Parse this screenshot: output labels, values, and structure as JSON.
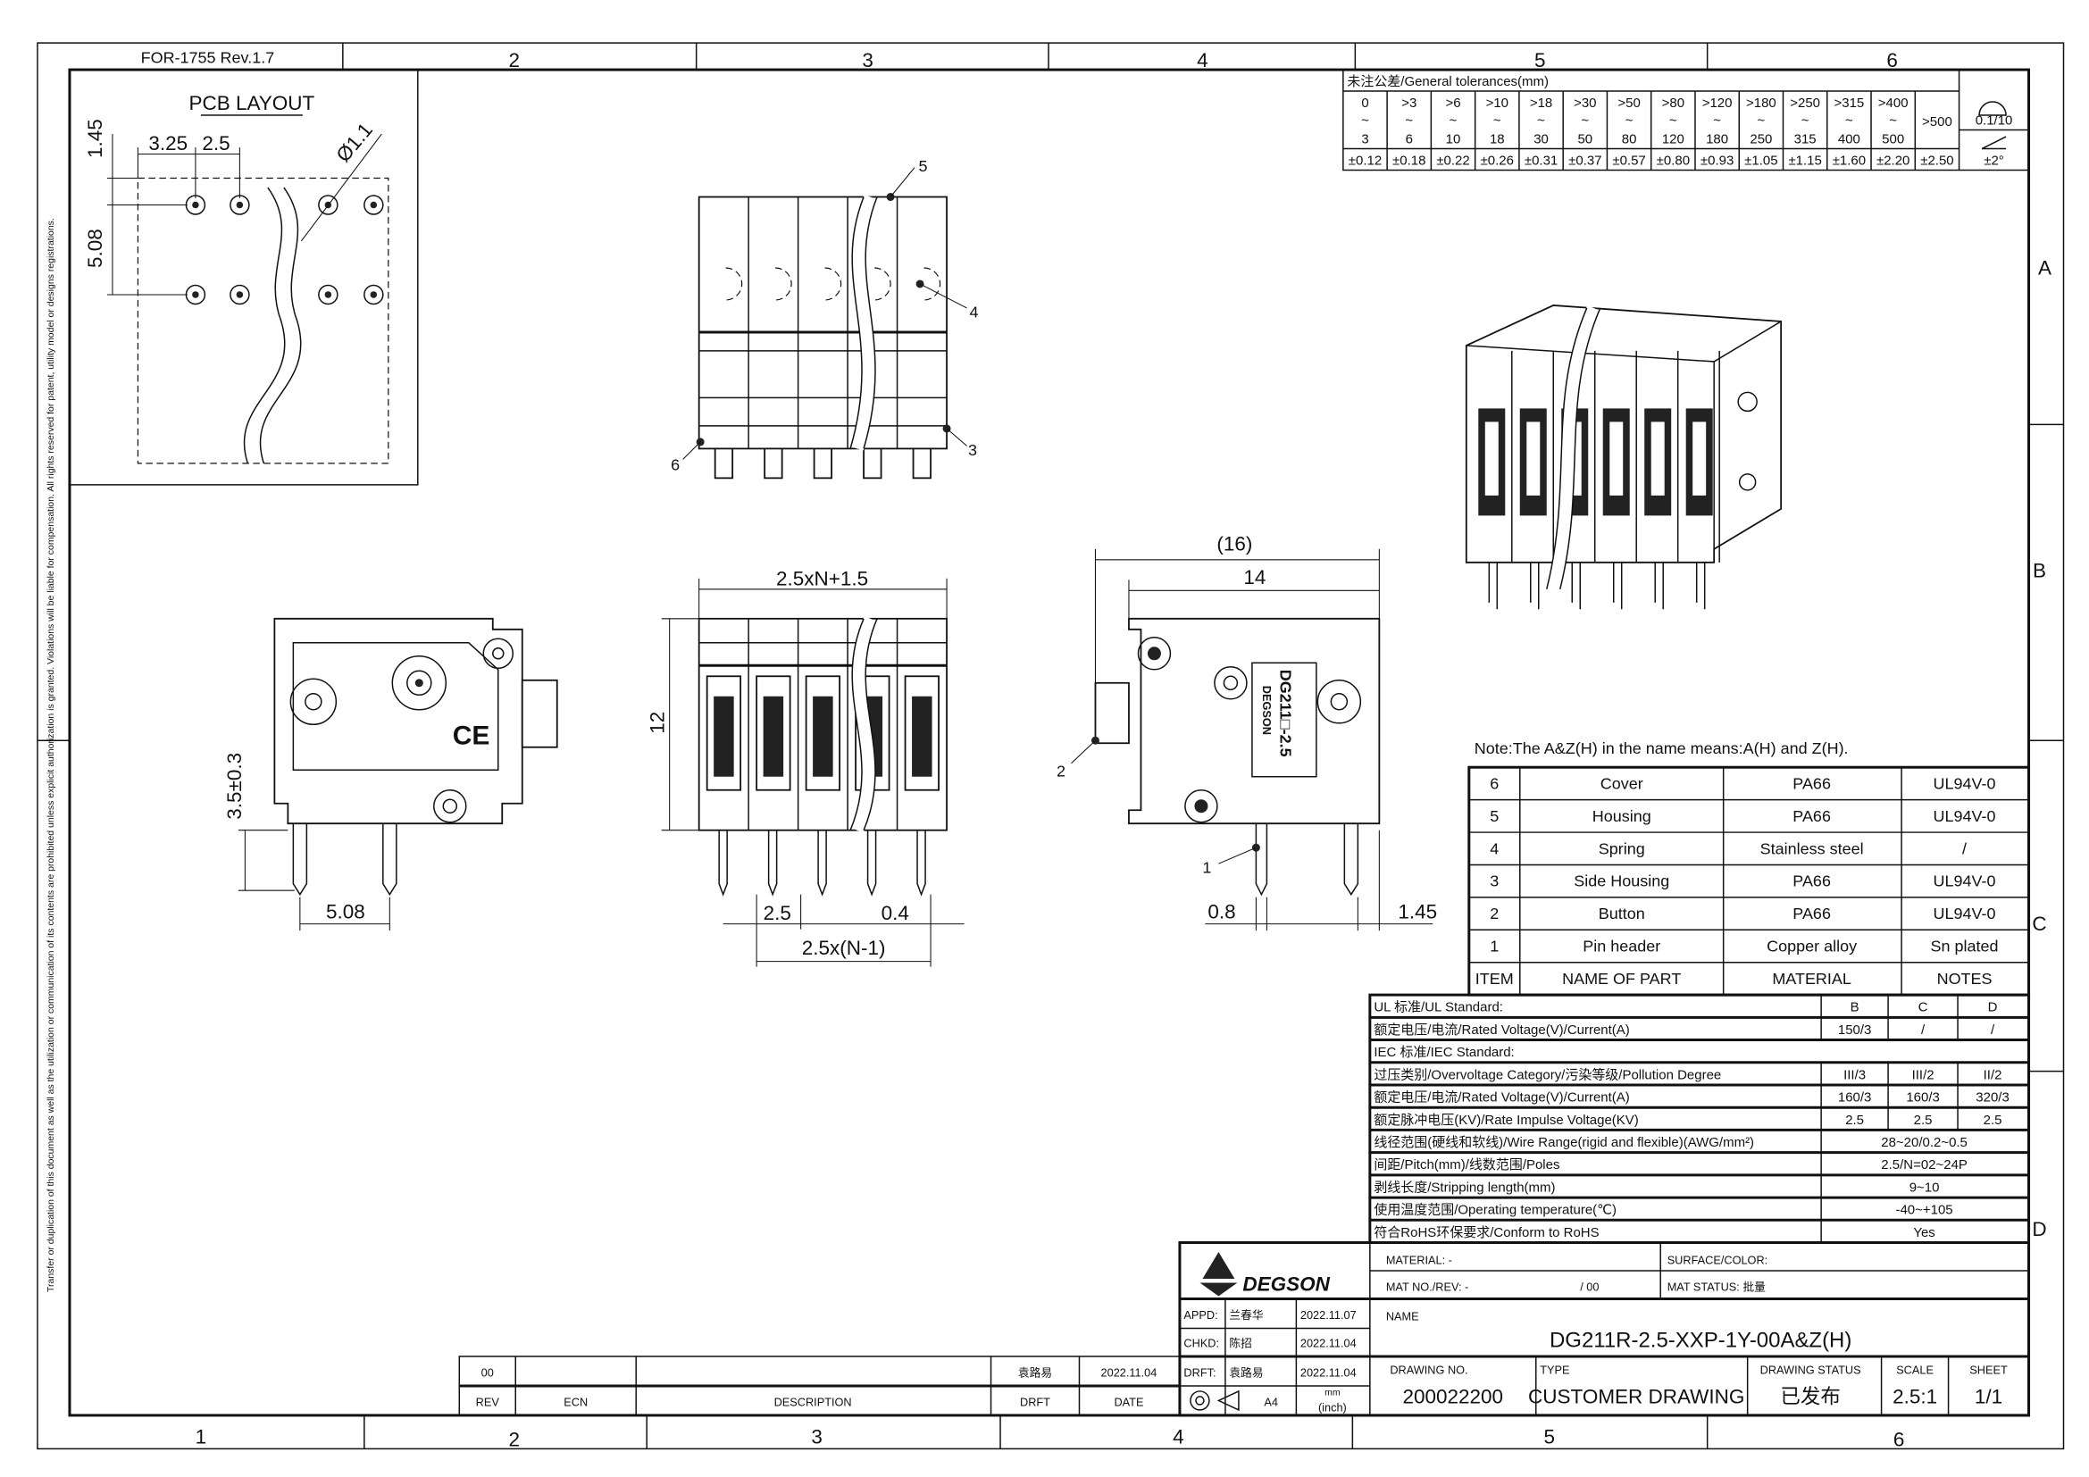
{
  "frame": {
    "form_no": "FOR-1755 Rev.1.7",
    "top_zones": [
      "2",
      "3",
      "4",
      "5",
      "6"
    ],
    "bottom_zones": [
      "1",
      "2",
      "3",
      "4",
      "5",
      "6"
    ],
    "side_zones": [
      "A",
      "B",
      "C",
      "D"
    ],
    "legal_notice": "Transfer or duplication of this document as well as the utilization or communication of its contents are prohibited unless explicit authorization is granted. Violations will be liable for compensation. All rights reserved for patent, utility model or designs registrations."
  },
  "tolerances": {
    "title": "未注公差/General tolerances(mm)",
    "ranges": [
      {
        "from": "0",
        "to": "3",
        "tol": "±0.12"
      },
      {
        "from": ">3",
        "to": "6",
        "tol": "±0.18"
      },
      {
        "from": ">6",
        "to": "10",
        "tol": "±0.22"
      },
      {
        "from": ">10",
        "to": "18",
        "tol": "±0.26"
      },
      {
        "from": ">18",
        "to": "30",
        "tol": "±0.31"
      },
      {
        "from": ">30",
        "to": "50",
        "tol": "±0.37"
      },
      {
        "from": ">50",
        "to": "80",
        "tol": "±0.57"
      },
      {
        "from": ">80",
        "to": "120",
        "tol": "±0.80"
      },
      {
        "from": ">120",
        "to": "180",
        "tol": "±0.93"
      },
      {
        "from": ">180",
        "to": "250",
        "tol": "±1.05"
      },
      {
        "from": ">250",
        "to": "315",
        "tol": "±1.15"
      },
      {
        "from": ">315",
        "to": "400",
        "tol": "±1.60"
      },
      {
        "from": ">400",
        "to": "500",
        "tol": "±2.20"
      }
    ],
    "over_500": ">500",
    "over_500_tol": "±2.50",
    "flatness": "0.1/10",
    "angle": "±2°",
    "tilde": "~"
  },
  "pcb_layout": {
    "title": "PCB LAYOUT",
    "dims": {
      "pitch_first": "3.25",
      "pitch": "2.5",
      "offset": "1.45",
      "row_spacing": "5.08",
      "hole": "Ø1.1"
    }
  },
  "views": {
    "top_callouts": [
      "5",
      "4",
      "3",
      "6"
    ],
    "front": {
      "width": "2.5xN+1.5",
      "height": "12",
      "pitch": "2.5",
      "pin": "0.4",
      "span": "2.5x(N-1)"
    },
    "left": {
      "height": "3.5±0.3",
      "pitch": "5.08"
    },
    "right": {
      "overall": "(16)",
      "body": "14",
      "pin": "0.8",
      "offset": "1.45",
      "callouts": [
        "1",
        "2"
      ],
      "marking": "DG211□-2.5",
      "brand": "DEGSON"
    }
  },
  "note": "Note:The A&Z(H) in the name means:A(H) and Z(H).",
  "parts": {
    "headers": [
      "ITEM",
      "NAME OF PART",
      "MATERIAL",
      "NOTES"
    ],
    "rows": [
      [
        "6",
        "Cover",
        "PA66",
        "UL94V-0"
      ],
      [
        "5",
        "Housing",
        "PA66",
        "UL94V-0"
      ],
      [
        "4",
        "Spring",
        "Stainless steel",
        "/"
      ],
      [
        "3",
        "Side Housing",
        "PA66",
        "UL94V-0"
      ],
      [
        "2",
        "Button",
        "PA66",
        "UL94V-0"
      ],
      [
        "1",
        "Pin header",
        "Copper alloy",
        "Sn plated"
      ]
    ]
  },
  "specs": {
    "rows": [
      {
        "label": "UL 标准/UL Standard:",
        "b": "B",
        "c": "C",
        "d": "D"
      },
      {
        "label": "额定电压/电流/Rated Voltage(V)/Current(A)",
        "b": "150/3",
        "c": "/",
        "d": "/"
      },
      {
        "label": "IEC 标准/IEC Standard:"
      },
      {
        "label": "过压类别/Overvoltage Category/污染等级/Pollution Degree",
        "b": "III/3",
        "c": "III/2",
        "d": "II/2"
      },
      {
        "label": "额定电压/电流/Rated Voltage(V)/Current(A)",
        "b": "160/3",
        "c": "160/3",
        "d": "320/3"
      },
      {
        "label": "额定脉冲电压(KV)/Rate Impulse Voltage(KV)",
        "b": "2.5",
        "c": "2.5",
        "d": "2.5"
      },
      {
        "label": "线径范围(硬线和软线)/Wire Range(rigid and flexible)(AWG/mm²)",
        "all": "28~20/0.2~0.5"
      },
      {
        "label": "间距/Pitch(mm)/线数范围/Poles",
        "all": "2.5/N=02~24P"
      },
      {
        "label": "剥线长度/Stripping length(mm)",
        "all": "9~10"
      },
      {
        "label": "使用温度范围/Operating temperature(℃)",
        "all": "-40~+105"
      },
      {
        "label": "符合RoHS环保要求/Conform to RoHS",
        "all": "Yes"
      }
    ]
  },
  "title_block": {
    "logo": "DEGSON",
    "material": "MATERIAL: -",
    "surface": "SURFACE/COLOR:",
    "mat_no": "MAT NO./REV:  -",
    "mat_rev": "/ 00",
    "mat_status": "MAT STATUS:  批量",
    "appd_label": "APPD:",
    "appd_name": "兰春华",
    "appd_date": "2022.11.07",
    "chkd_label": "CHKD:",
    "chkd_name": "陈招",
    "chkd_date": "2022.11.04",
    "drft_label": "DRFT:",
    "drft_name": "袁路易",
    "drft_date": "2022.11.04",
    "name_label": "NAME",
    "name": "DG211R-2.5-XXP-1Y-00A&Z(H)",
    "drawing_no_label": "DRAWING NO.",
    "drawing_no": "200022200",
    "type_label": "TYPE",
    "type": "CUSTOMER DRAWING",
    "status_label": "DRAWING STATUS",
    "status": "已发布",
    "scale_label": "SCALE",
    "scale": "2.5:1",
    "sheet_label": "SHEET",
    "sheet": "1/1",
    "paper": "A4",
    "unit_top": "mm",
    "unit_bottom": "(inch)"
  },
  "revision": {
    "row": {
      "rev": "00",
      "ecn": "",
      "description": "",
      "drft": "袁路易",
      "date": "2022.11.04"
    },
    "headers": {
      "rev": "REV",
      "ecn": "ECN",
      "description": "DESCRIPTION",
      "drft": "DRFT",
      "date": "DATE"
    }
  }
}
